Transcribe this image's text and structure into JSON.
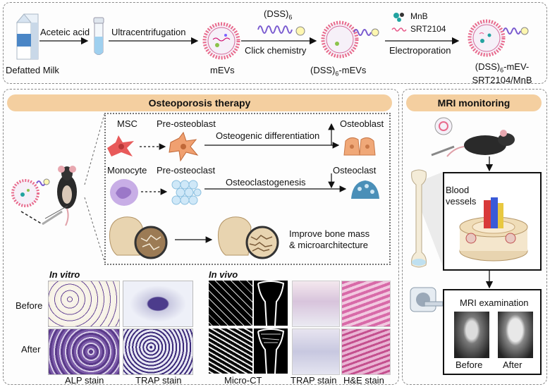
{
  "top": {
    "defatted_milk": "Defatted Milk",
    "acetic_acid": "Aceteic acid",
    "ultracentrifugation": "Ultracentrifugation",
    "mevs": "mEVs",
    "dss6": "(DSS)",
    "dss6_sub": "6",
    "click_chemistry": "Click chemistry",
    "dss_mevs": "(DSS)",
    "dss_mevs_sub": "6",
    "dss_mevs_tail": "-mEVs",
    "mnb": "MnB",
    "srt2104": "SRT2104",
    "electroporation": "Electroporation",
    "final_a": "(DSS)",
    "final_sub": "6",
    "final_b": "-mEV-",
    "final_c": "SRT2104/MnB"
  },
  "osteo": {
    "header": "Osteoporosis therapy",
    "msc": "MSC",
    "pre_osteoblast": "Pre-osteoblast",
    "osteogenic": "Osteogenic differentiation",
    "osteoblast": "Osteoblast",
    "monocyte": "Monocyte",
    "pre_osteoclast": "Pre-osteoclast",
    "osteoclastogenesis": "Osteoclastogenesis",
    "osteoclast": "Osteoclast",
    "improve_1": "Improve bone mass",
    "improve_2": "& microarchitecture",
    "in_vitro": "In vitro",
    "in_vivo": "In vivo",
    "before": "Before",
    "after": "After",
    "alp_stain": "ALP stain",
    "trap_stain": "TRAP stain",
    "micro_ct": "Micro-CT",
    "trap_stain2": "TRAP stain",
    "he_stain": "H&E stain"
  },
  "mri": {
    "header": "MRI monitoring",
    "blood": "Blood",
    "vessels": "vessels",
    "examination": "MRI examination",
    "before": "Before",
    "after": "After"
  },
  "colors": {
    "header_bg": "#f4cfa0",
    "membrane": "#e86a8c",
    "osteoblast": "#f0a878",
    "osteoclast": "#4a8fb8",
    "msc": "#e85a5a",
    "monocyte": "#b392d4"
  }
}
